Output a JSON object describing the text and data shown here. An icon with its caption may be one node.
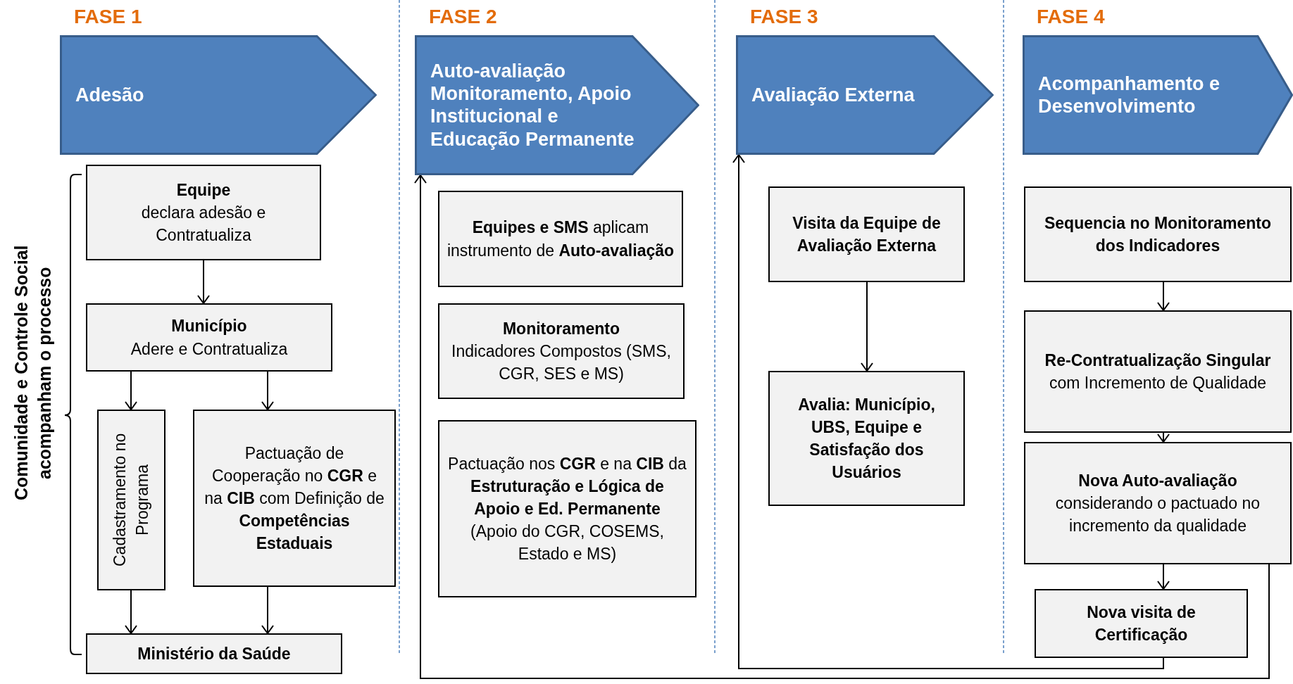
{
  "diagram": {
    "nodes": [
      {
        "text": [
          "FASE 1",
          "Adesão"
        ]
      },
      {
        "text": [
          "Equipe",
          "declara adesão e Contratualiza"
        ]
      },
      {
        "text": [
          "Município",
          "Adere e Contratualiza"
        ]
      },
      {
        "text": [
          "Cadastramento no Programa"
        ]
      },
      {
        "text": [
          "Pactuação de Cooperação no **CGR** e na **CIB** com Definição de **Competências Estaduais**"
        ]
      },
      {
        "text": [
          "Ministério da Saúde"
        ]
      },
      {
        "text": [
          "FASE 2",
          "Auto-avaliação Monitoramento, Apoio Institucional e Educação Permanente"
        ]
      },
      {
        "text": [
          "**Equipes e SMS** aplicam instrumento de **Auto-avaliação**"
        ]
      },
      {
        "text": [
          "Monitoramento",
          "Indicadores Compostos (SMS, CGR, SES e MS)"
        ]
      },
      {
        "text": [
          "Pactuação nos **CGR** e na **CIB** da **Estruturação e Lógica de Apoio e Ed. Permanente**",
          "(Apoio do CGR, COSEMS, Estado e MS)"
        ]
      },
      {
        "text": [
          "FASE 3",
          "Avaliação Externa"
        ]
      },
      {
        "text": [
          "Visita da Equipe de Avaliação Externa"
        ]
      },
      {
        "text": [
          "Avalia: Município, UBS, Equipe e Satisfação dos Usuários"
        ]
      },
      {
        "text": [
          "FASE 4",
          "Acompanhamento e Desenvolvimento"
        ]
      },
      {
        "text": [
          "Sequencia no Monitoramento dos Indicadores"
        ]
      },
      {
        "text": [
          "Re-Contratualização Singular",
          "com Incremento de Qualidade"
        ]
      },
      {
        "text": [
          "Nova Auto-avaliação",
          "considerando o pactuado no incremento da qualidade"
        ]
      },
      {
        "text": [
          "Nova visita de Certificação"
        ]
      }
    ],
    "edges": [
      {
        "from": 1,
        "to": 2,
        "arrow": "to"
      },
      {
        "from": 2,
        "to": 3,
        "arrow": "to"
      },
      {
        "from": 2,
        "to": 4,
        "arrow": "to"
      },
      {
        "from": 3,
        "to": 5,
        "arrow": "to"
      },
      {
        "from": 4,
        "to": 5,
        "arrow": "to"
      },
      {
        "from": 11,
        "to": 12,
        "arrow": "to"
      },
      {
        "from": 14,
        "to": 15,
        "arrow": "to"
      },
      {
        "from": 15,
        "to": 16,
        "arrow": "to"
      },
      {
        "from": 16,
        "to": 17,
        "arrow": "to"
      },
      {
        "from": 16,
        "to": 6,
        "arrow": "to"
      },
      {
        "from": 17,
        "to": 10,
        "arrow": "to"
      }
    ],
    "labels": [
      "Comunidade e Controle Social acompanham o processo"
    ]
  }
}
